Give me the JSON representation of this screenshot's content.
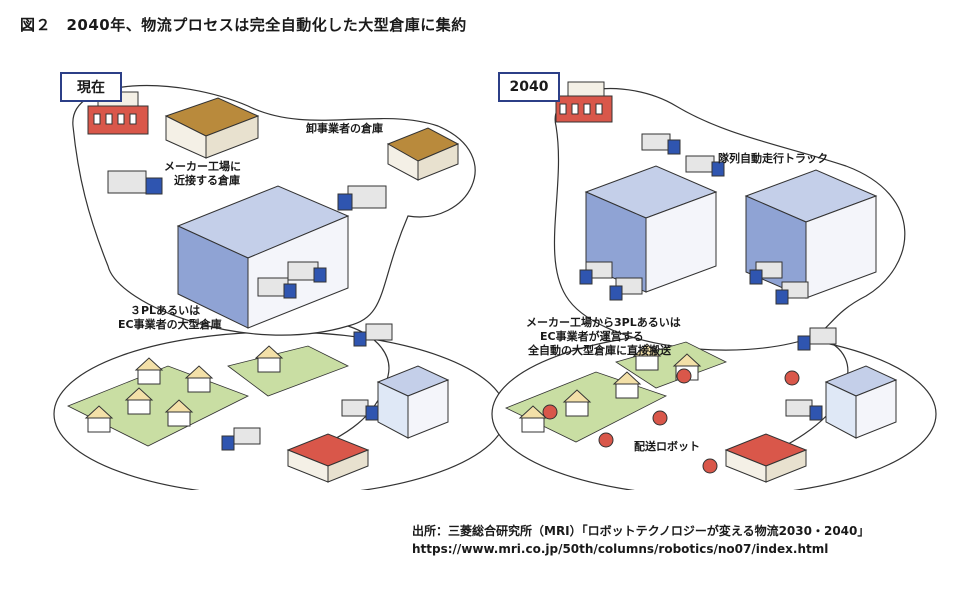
{
  "title": "図２　2040年、物流プロセスは完全自動化した大型倉庫に集約",
  "left_panel": {
    "tag": "現在",
    "labels": {
      "wholesaler": "卸事業者の倉庫",
      "maker_line1": "メーカー工場に",
      "maker_line2": "近接する倉庫",
      "threepl_line1": "３PLあるいは",
      "threepl_line2": "EC事業者の大型倉庫"
    }
  },
  "right_panel": {
    "tag": "2040",
    "labels": {
      "platoon": "隊列自動走行トラック",
      "direct_line1": "メーカー工場から3PLあるいは",
      "direct_line2": "EC事業者が運営する",
      "direct_line3": "全自動の大型倉庫に直接搬送",
      "robot": "配送ロボット"
    }
  },
  "source": {
    "line1": "出所：三菱総合研究所（MRI）「ロボットテクノロジーが変える物流2030・2040」",
    "line2": "https://www.mri.co.jp/50th/columns/robotics/no07/index.html"
  },
  "colors": {
    "building_blue": "#8fa3d4",
    "building_side": "#c4cfe9",
    "truck_cab": "#2f55b0",
    "roof_brown": "#b98a3c",
    "factory_red": "#d9574a",
    "lawn_green": "#c9dea3",
    "tag_border": "#2c3f87"
  }
}
